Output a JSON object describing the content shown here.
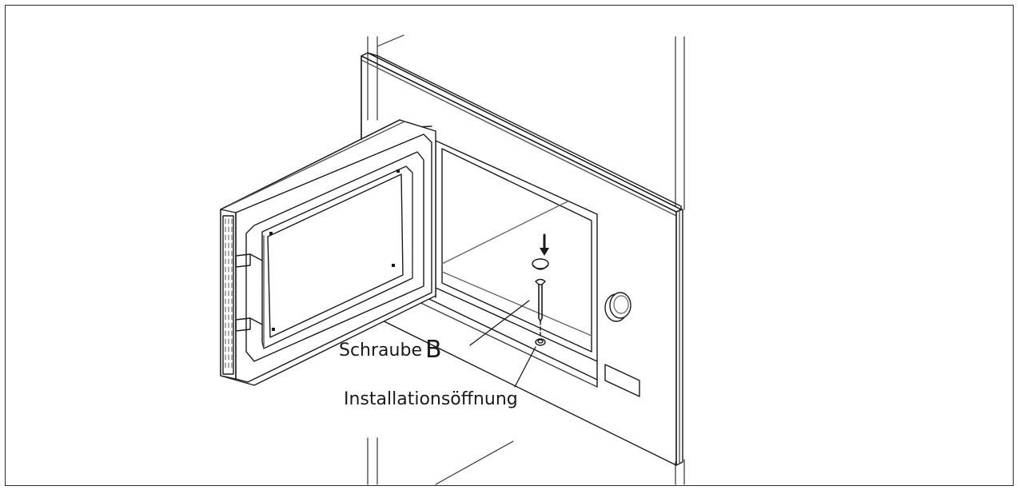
{
  "diagram": {
    "labels": {
      "screw_prefix": "Schraube",
      "screw_letter": "B",
      "hole": "Installationsöffnung"
    },
    "icons": {
      "arrow": "down-arrow-icon"
    },
    "colors": {
      "line": "#1a1a1a",
      "grey": "#777777",
      "background": "#ffffff"
    }
  }
}
